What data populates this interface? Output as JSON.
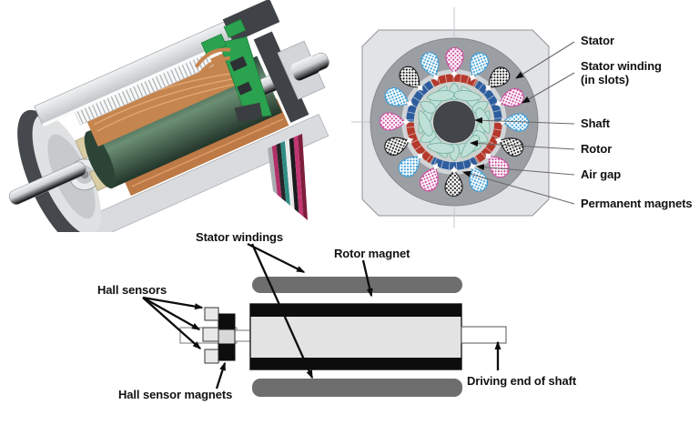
{
  "colors": {
    "magnet_north_red": "#b5392c",
    "magnet_south_blue": "#2e5d9e",
    "phase_pink": "#cc4d9e",
    "phase_blue": "#3e9ed6",
    "phase_black": "#1e1e1e",
    "copper": "#c5854f",
    "pcb_green": "#2ba24f",
    "schematic_gray": "#6e6e6e"
  },
  "cross_section": {
    "labels": {
      "stator": "Stator",
      "stator_winding": "Stator winding",
      "stator_winding_sub": "(in slots)",
      "shaft": "Shaft",
      "rotor": "Rotor",
      "air_gap": "Air gap",
      "permanent_magnets": "Permanent magnets"
    }
  },
  "schematic": {
    "labels": {
      "stator_windings": "Stator windings",
      "rotor_magnet": "Rotor magnet",
      "hall_sensors": "Hall sensors",
      "hall_sensor_magnets": "Hall sensor magnets",
      "driving_end_of_shaft": "Driving end of shaft"
    }
  }
}
